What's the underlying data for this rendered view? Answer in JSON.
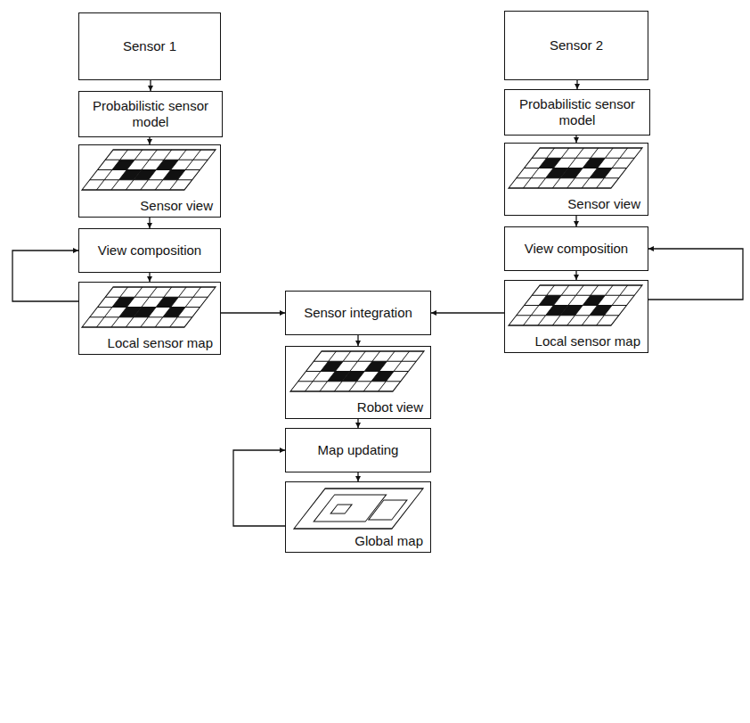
{
  "diagram": {
    "nodes": [
      {
        "text": [
          "Sensor 1"
        ]
      },
      {
        "text": [
          "Sensor 2"
        ]
      },
      {
        "text": [
          "Probabilistic sensor model"
        ]
      },
      {
        "text": [
          "Probabilistic sensor model"
        ]
      },
      {
        "text": [
          "Sensor view"
        ]
      },
      {
        "text": [
          "Sensor view"
        ]
      },
      {
        "text": [
          "View composition"
        ]
      },
      {
        "text": [
          "View composition"
        ]
      },
      {
        "text": [
          "Local sensor map"
        ]
      },
      {
        "text": [
          "Sensor integration"
        ]
      },
      {
        "text": [
          "Local sensor map"
        ]
      },
      {
        "text": [
          "Robot view"
        ]
      },
      {
        "text": [
          "Map updating"
        ]
      },
      {
        "text": [
          "Global map"
        ]
      }
    ],
    "edges": [
      {
        "from": 0,
        "to": 2,
        "arrow": "to"
      },
      {
        "from": 2,
        "to": 4,
        "arrow": "to"
      },
      {
        "from": 4,
        "to": 6,
        "arrow": "to"
      },
      {
        "from": 6,
        "to": 8,
        "arrow": "to"
      },
      {
        "from": 8,
        "to": 6,
        "arrow": "to"
      },
      {
        "from": 1,
        "to": 3,
        "arrow": "to"
      },
      {
        "from": 3,
        "to": 5,
        "arrow": "to"
      },
      {
        "from": 5,
        "to": 7,
        "arrow": "to"
      },
      {
        "from": 7,
        "to": 10,
        "arrow": "to"
      },
      {
        "from": 10,
        "to": 7,
        "arrow": "to"
      },
      {
        "from": 8,
        "to": 9,
        "arrow": "to"
      },
      {
        "from": 10,
        "to": 9,
        "arrow": "to"
      },
      {
        "from": 9,
        "to": 11,
        "arrow": "to"
      },
      {
        "from": 11,
        "to": 12,
        "arrow": "to"
      },
      {
        "from": 12,
        "to": 13,
        "arrow": "to"
      },
      {
        "from": 13,
        "to": 12,
        "arrow": "to"
      }
    ]
  }
}
